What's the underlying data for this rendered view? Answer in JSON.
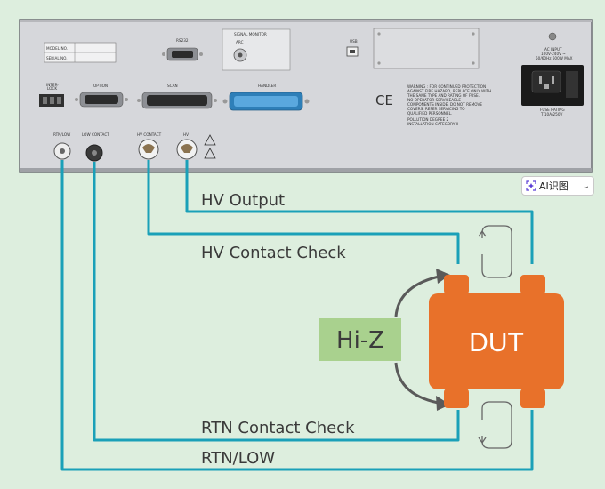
{
  "panel": {
    "model_no": "MODEL NO.",
    "serial_no": "SERIAL NO.",
    "rs232_label": "RS232",
    "signal_monitor_label": "SIGNAL MONITOR",
    "arc_label": "ARC",
    "usb_label": "USB",
    "ac_input_label": "AC INPUT",
    "ac_input_spec_1": "100V-240V ~",
    "ac_input_spec_2": "50/60Hz 600W MAX",
    "interlock_label_1": "INTER-",
    "interlock_label_2": "LOCK",
    "option_label": "OPTION",
    "scan_label": "SCAN",
    "handler_label": "HANDLER",
    "ce_mark": "CE",
    "warning_lines": [
      "WARNING : FOR CONTINUED PROTECTION",
      "AGAINST FIRE HAZARD, REPLACE ONLY WITH",
      "THE SAME TYPE AND RATING OF FUSE.",
      "NO OPERATOR SERVICEABLE",
      "COMPONENTS INSIDE. DO NOT REMOVE",
      "COVERS. REFER SERVICING TO",
      "QUALIFIED PERSONNEL.",
      "POLLUTION DEGREE 2",
      "INSTALLATION CATEGORY II"
    ],
    "fuse_rating_1": "FUSE RATING",
    "fuse_rating_2": "T 10A/250V",
    "rtn_low_label": "RTN/LOW",
    "low_contact_label": "LOW CONTACT",
    "hv_contact_label": "HV CONTACT",
    "hv_label": "HV"
  },
  "diagram": {
    "hv_output": "HV Output",
    "hv_contact_check": "HV Contact Check",
    "rtn_contact_check": "RTN Contact Check",
    "rtn_low": "RTN/LOW",
    "hi_z": "Hi-Z",
    "dut": "DUT"
  },
  "toolbar": {
    "ai_button_label": "AI识图"
  },
  "colors": {
    "background": "#ddeede",
    "wire": "#1aa0b8",
    "dut": "#e8712a",
    "hi_z_box": "#a9d18e",
    "panel": "#d8d9dd"
  }
}
